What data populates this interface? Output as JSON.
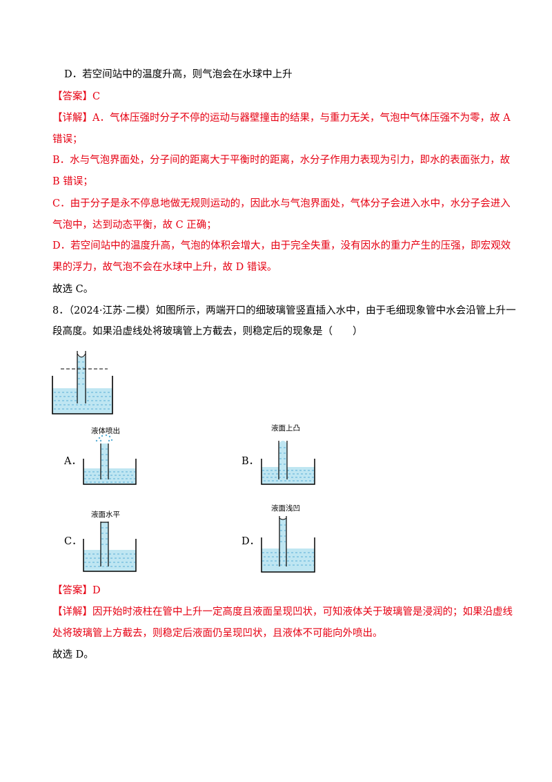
{
  "q7": {
    "option_d": "D．若空间站中的温度升高，则气泡会在水球中上升",
    "answer": "【答案】C",
    "detail_lines": [
      "【详解】A．气体压强时分子不停的运动与器壁撞击的结果，与重力无关，气泡中气体压强不为零，故 A",
      "错误；",
      "B．水与气泡界面处，分子间的距离大于平衡时的距离，水分子作用力表现为引力，即水的表面张力，故",
      "B 错误；",
      "C．由于分子是永不停息地做无规则运动的，因此水与气泡界面处，气体分子会进入水中，水分子会进入",
      "气泡中，达到动态平衡，故 C 正确；",
      "D．若空间站中的温度升高，气泡的体积会增大，由于完全失重，没有因水的重力产生的压强，即宏观效",
      "果的浮力，故气泡不会在水球中上升，故 D 错误。"
    ],
    "conclusion": "故选 C。"
  },
  "q8": {
    "stem_lines": [
      "8．（2024·江苏·二模）如图所示，两端开口的细玻璃管竖直插入水中，由于毛细现象管中水会沿管上升一",
      "段高度。如果沿虚线处将玻璃管上方截去，则稳定后的现象是（　　）"
    ],
    "options": [
      {
        "letter": "A．",
        "caption": "液体喷出"
      },
      {
        "letter": "B．",
        "caption": "液面上凸"
      },
      {
        "letter": "C．",
        "caption": "液面水平"
      },
      {
        "letter": "D．",
        "caption": "液面浅凹"
      }
    ],
    "answer": "【答案】D",
    "detail_lines": [
      "【详解】因开始时液柱在管中上升一定高度且液面呈现凹状，可知液体关于玻璃管是浸润的；如果沿虚线",
      "处将玻璃管上方截去，则稳定后液面仍呈现凹状，且液体不可能向外喷出。"
    ],
    "conclusion": "故选 D。"
  },
  "colors": {
    "answer_red": "#e60012",
    "water": "#bfe6f2",
    "water_dash": "#5aaed6"
  }
}
